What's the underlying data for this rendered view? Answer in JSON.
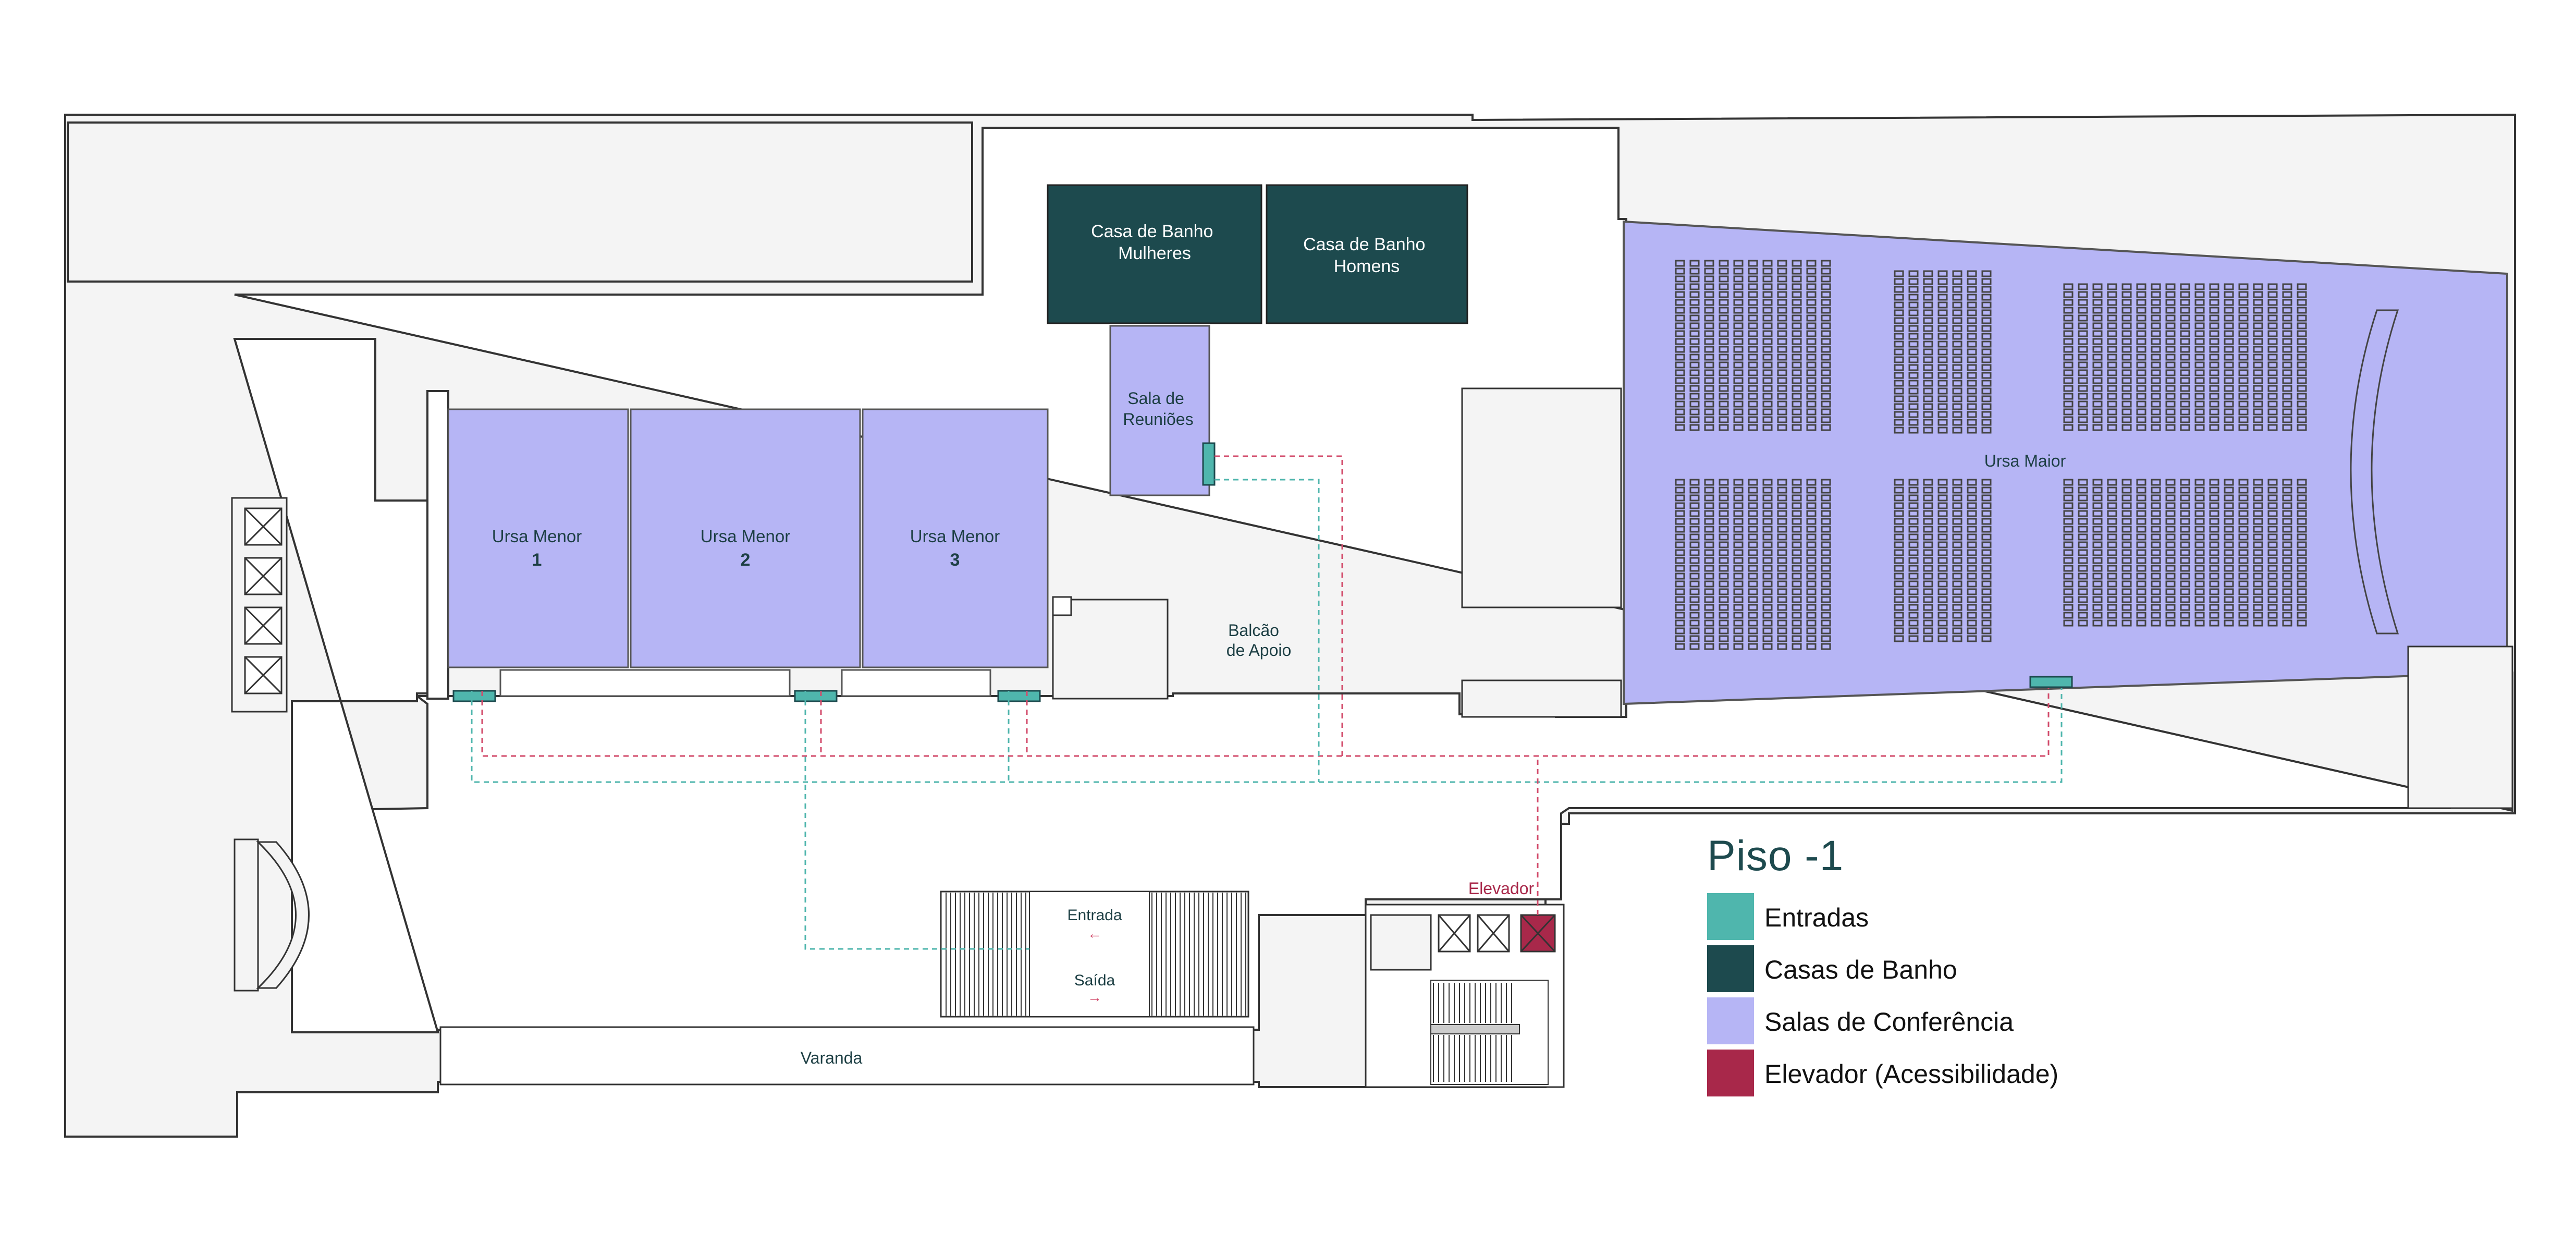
{
  "colors": {
    "entrance": "#4fb6ad",
    "restroom": "#1d4a4e",
    "conference": "#b6b5f5",
    "elevator": "#a8284a",
    "floor": "#f4f4f4",
    "wall": "#333333",
    "route_in": "#4fb6ad",
    "route_out": "#d24a6a"
  },
  "rooms": {
    "casa_banho_mulheres": "Casa de Banho\nMulheres",
    "casa_banho_homens": "Casa de Banho\nHomens",
    "sala_reunioes": "Sala de\nReuniões",
    "ursa_menor_1_name": "Ursa Menor",
    "ursa_menor_1_num": "1",
    "ursa_menor_2_name": "Ursa Menor",
    "ursa_menor_2_num": "2",
    "ursa_menor_3_name": "Ursa Menor",
    "ursa_menor_3_num": "3",
    "ursa_maior": "Ursa Maior",
    "balcao_line1": "Balcão",
    "balcao_line2": "de Apoio",
    "varanda": "Varanda",
    "entrada": "Entrada",
    "saida": "Saída",
    "elevador": "Elevador"
  },
  "legend": {
    "title": "Piso -1",
    "items": [
      {
        "label": "Entradas",
        "color_key": "entrance",
        "icon": "teal-swatch"
      },
      {
        "label": "Casas de Banho",
        "color_key": "restroom",
        "icon": "dark-green-swatch"
      },
      {
        "label": "Salas de Conferência",
        "color_key": "conference",
        "icon": "lavender-swatch"
      },
      {
        "label": "Elevador (Acessibilidade)",
        "color_key": "elevator",
        "icon": "crimson-swatch"
      }
    ]
  }
}
